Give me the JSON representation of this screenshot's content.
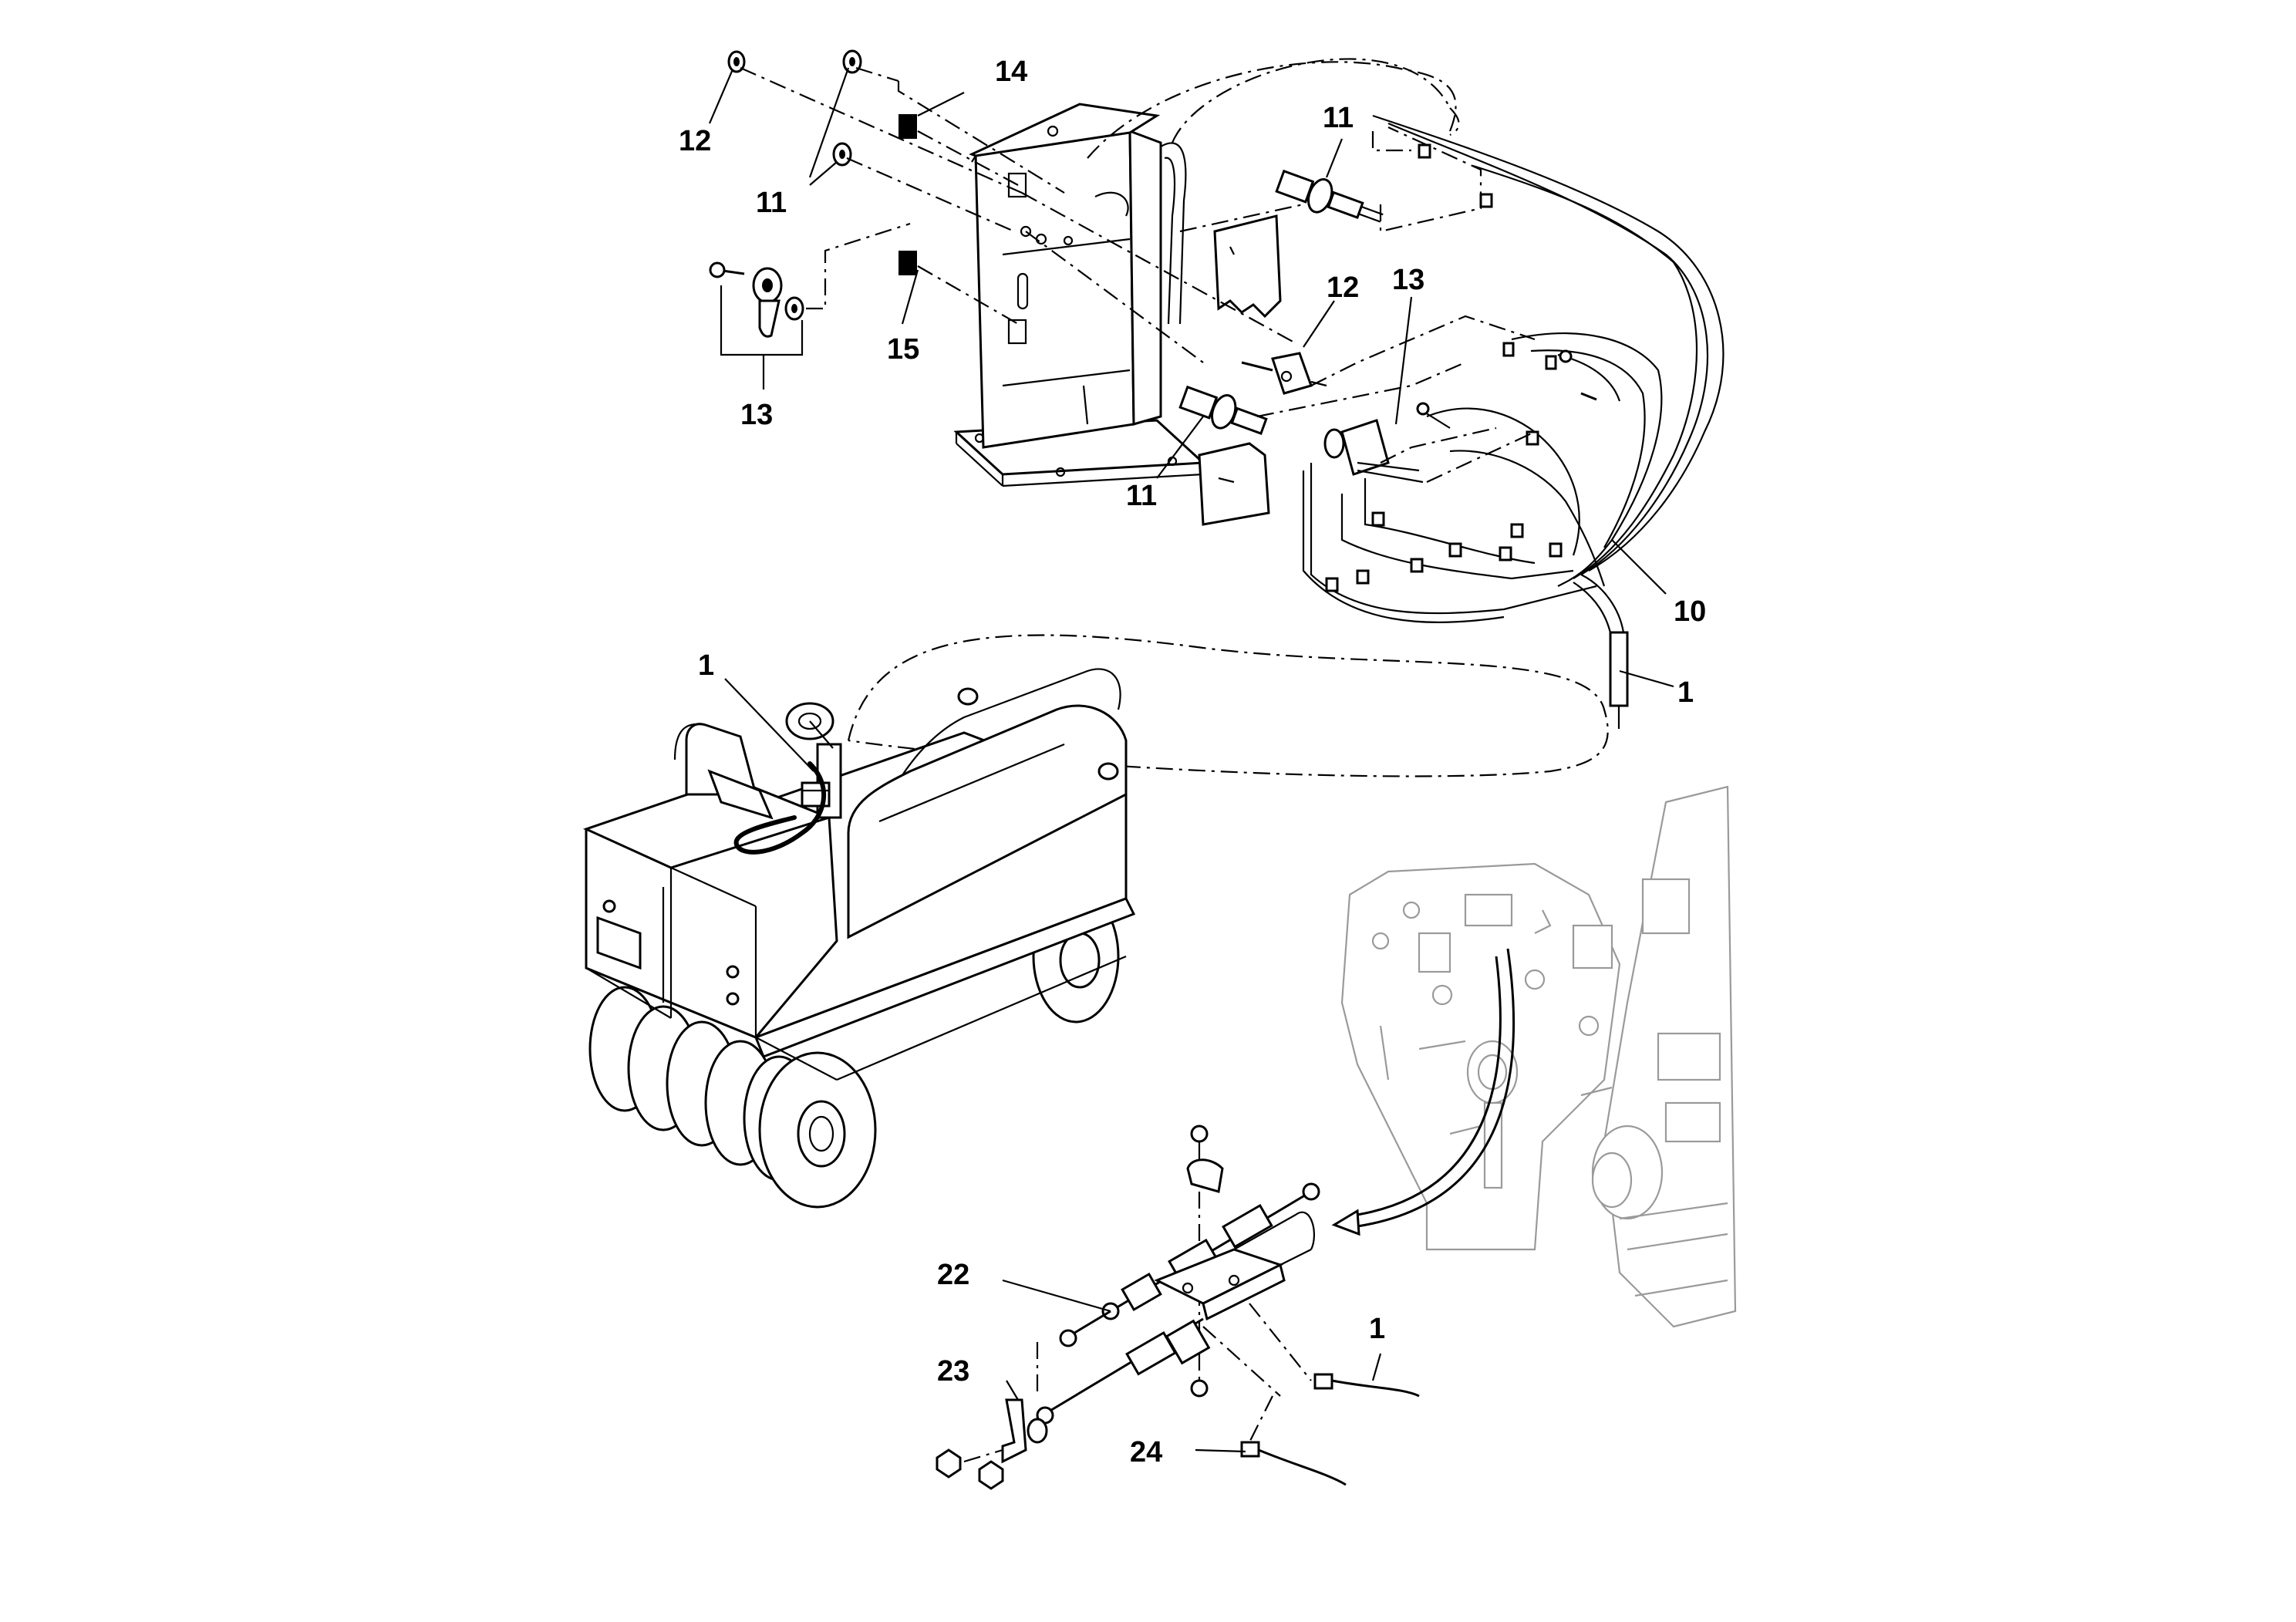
{
  "callouts": [
    {
      "id": "c14",
      "text": "14"
    },
    {
      "id": "c12a",
      "text": "12"
    },
    {
      "id": "c11a",
      "text": "11"
    },
    {
      "id": "c11b",
      "text": "11"
    },
    {
      "id": "c13a",
      "text": "13"
    },
    {
      "id": "c15",
      "text": "15"
    },
    {
      "id": "c12b",
      "text": "12"
    },
    {
      "id": "c13b",
      "text": "13"
    },
    {
      "id": "c11c",
      "text": "11"
    },
    {
      "id": "c10",
      "text": "10"
    },
    {
      "id": "c1a",
      "text": "1"
    },
    {
      "id": "c1b",
      "text": "1"
    },
    {
      "id": "c22",
      "text": "22"
    },
    {
      "id": "c23",
      "text": "23"
    },
    {
      "id": "c1c",
      "text": "1"
    },
    {
      "id": "c24",
      "text": "24"
    }
  ]
}
